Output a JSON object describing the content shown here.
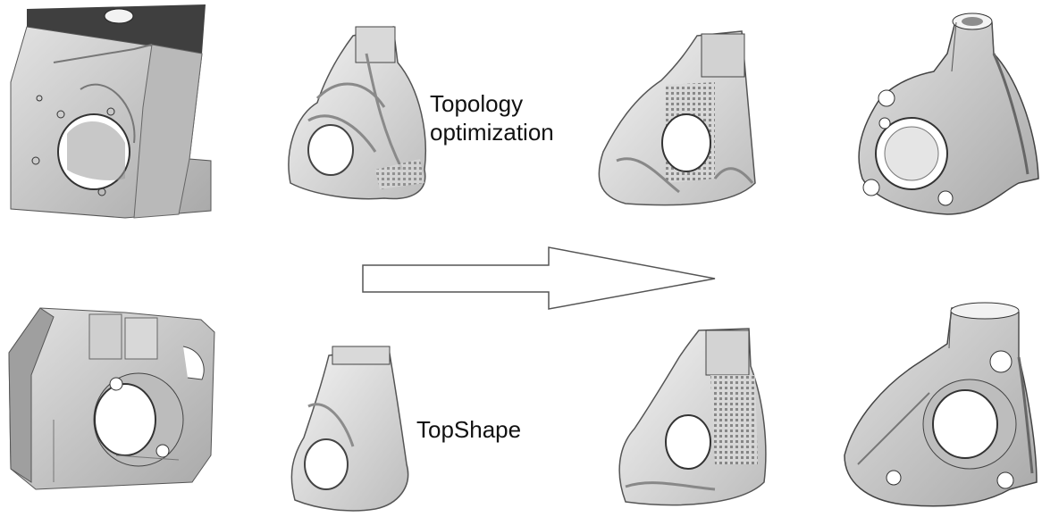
{
  "labels": {
    "topology_line1": "Topology",
    "topology_line2": "optimization",
    "topshape": "TopShape"
  },
  "colors": {
    "part_fill": "#cfcfcf",
    "part_shadow": "#8d8d8d",
    "part_dark": "#4a4a4a",
    "organic_fill": "#e6e6e6",
    "arrow_stroke": "#555555"
  }
}
